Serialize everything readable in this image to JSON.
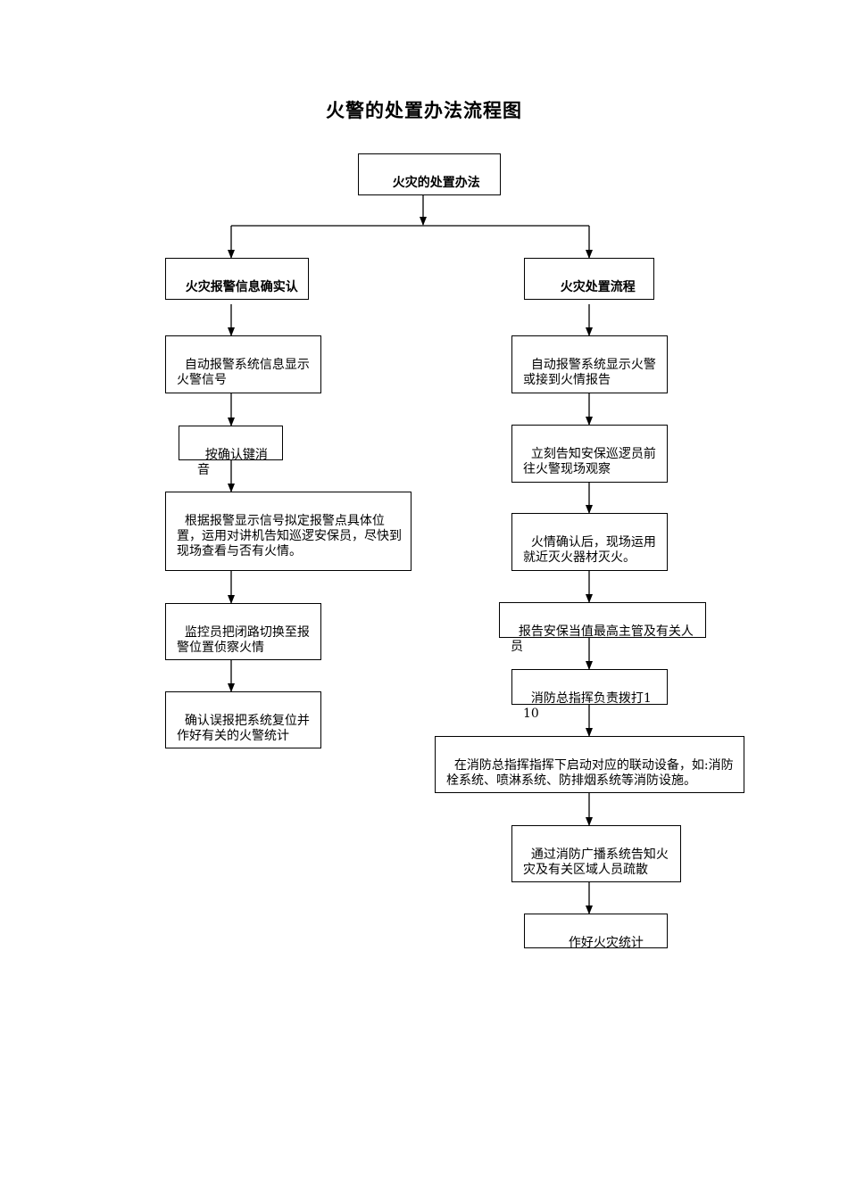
{
  "title": "火警的处置办法流程图",
  "root": "火灾的处置办法",
  "left": {
    "header": "火灾报警信息确实认",
    "steps": [
      "自动报警系统信息显示火警信号",
      "按确认键消音",
      "根据报警显示信号拟定报警点具体位置，运用对讲机告知巡逻安保员，尽快到现场查看与否有火情。",
      "监控员把闭路切换至报警位置侦察火情",
      "确认误报把系统复位并作好有关的火警统计"
    ]
  },
  "right": {
    "header": "火灾处置流程",
    "steps": [
      "自动报警系统显示火警或接到火情报告",
      "立刻告知安保巡逻员前往火警现场观察",
      "火情确认后，现场运用就近灭火器材灭火。",
      "报告安保当值最高主管及有关人员",
      "消防总指挥负责拨打110",
      "在消防总指挥指挥下启动对应的联动设备，如:消防栓系统、喷淋系统、防排烟系统等消防设施。",
      "通过消防广播系统告知火灾及有关区域人员疏散",
      "作好火灾统计"
    ]
  }
}
